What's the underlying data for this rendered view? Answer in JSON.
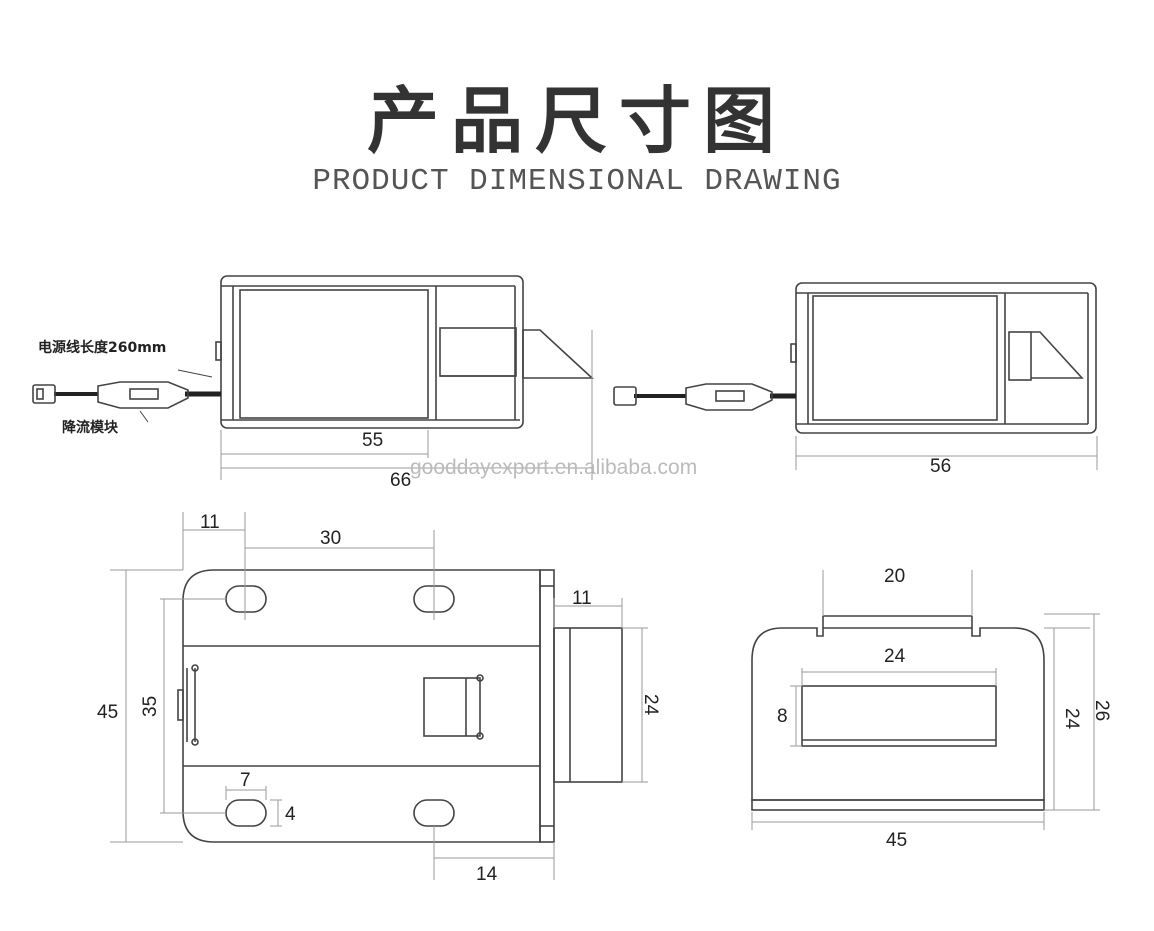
{
  "title_cn": "产品尺寸图",
  "title_en": "PRODUCT DIMENSIONAL DRAWING",
  "watermark": "gooddayexport.en.alibaba.com",
  "labels": {
    "cable_length": "电源线长度260mm",
    "current_module": "降流模块"
  },
  "dimensions": {
    "side_inner": "55",
    "side_total": "66",
    "side2_total": "56",
    "top_hole_offset": "11",
    "top_hole_spacing": "30",
    "top_plunger": "11",
    "top_height": "45",
    "top_inner": "35",
    "top_plunger_h": "24",
    "slot_w": "7",
    "slot_h": "4",
    "bottom_offset": "14",
    "front_top": "20",
    "front_window_w": "24",
    "front_window_h": "8",
    "front_inner_h": "24",
    "front_total_h": "26",
    "front_width": "45"
  },
  "colors": {
    "line": "#444444",
    "dimline": "#9a9a9a",
    "text": "#222222",
    "title": "#333333"
  }
}
